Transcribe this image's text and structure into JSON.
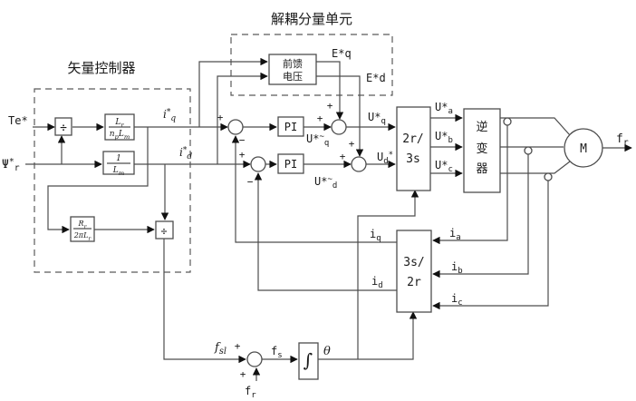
{
  "titles": {
    "vector_controller": "矢量控制器",
    "decoupling_unit": "解耦分量单元"
  },
  "blocks": {
    "feedforward_line1": "前馈",
    "feedforward_line2": "电压",
    "divide1": "÷",
    "divide2": "÷",
    "pi1": "PI",
    "pi2": "PI",
    "dq_to_abc_line1": "2r/",
    "dq_to_abc_line2": "3s",
    "abc_to_dq_line1": "3s/",
    "abc_to_dq_line2": "2r",
    "inverter_char1": "逆",
    "inverter_char2": "变",
    "inverter_char3": "器",
    "integrator": "∫",
    "motor": "M",
    "frac_lr_nplm": {
      "num": [
        {
          "t": "L"
        },
        {
          "t": "r",
          "pos": "sub"
        }
      ],
      "den": [
        {
          "t": "n"
        },
        {
          "t": "p",
          "pos": "sub"
        },
        {
          "t": "L"
        },
        {
          "t": "m",
          "pos": "sub"
        }
      ]
    },
    "frac_1_lm": {
      "num": [
        {
          "t": "1"
        }
      ],
      "den": [
        {
          "t": "L"
        },
        {
          "t": "m",
          "pos": "sub"
        }
      ]
    },
    "frac_rr_2pilr": {
      "num": [
        {
          "t": "R"
        },
        {
          "t": "r",
          "pos": "sub"
        }
      ],
      "den": [
        {
          "t": "2πL"
        },
        {
          "t": "r",
          "pos": "sub"
        }
      ]
    }
  },
  "labels": {
    "te_ref": [
      {
        "t": "Te*"
      }
    ],
    "psi_r_ref": [
      {
        "t": "Ψ"
      },
      {
        "t": "*",
        "pos": "sup"
      },
      {
        "t": "r",
        "pos": "sub"
      }
    ],
    "iq_ref": [
      {
        "t": "i"
      },
      {
        "t": "*",
        "pos": "sup"
      },
      {
        "t": "q",
        "pos": "sub"
      }
    ],
    "id_ref": [
      {
        "t": "i"
      },
      {
        "t": "*",
        "pos": "sup"
      },
      {
        "t": "d",
        "pos": "sub"
      }
    ],
    "e_q": [
      {
        "t": "E*q"
      }
    ],
    "e_d": [
      {
        "t": "E*d"
      }
    ],
    "u_q_tilde": [
      {
        "t": "U*"
      },
      {
        "t": "~",
        "pos": "sup"
      },
      {
        "t": "q",
        "pos": "sub"
      }
    ],
    "u_d_tilde": [
      {
        "t": "U*"
      },
      {
        "t": "~",
        "pos": "sup"
      },
      {
        "t": "d",
        "pos": "sub"
      }
    ],
    "u_q_ref": [
      {
        "t": "U*"
      },
      {
        "t": "q",
        "pos": "sub"
      }
    ],
    "u_d_ref": [
      {
        "t": "U"
      },
      {
        "t": "d",
        "pos": "sub"
      },
      {
        "t": "*",
        "pos": "sup"
      }
    ],
    "u_a_ref": [
      {
        "t": "U*"
      },
      {
        "t": "a",
        "pos": "sub"
      }
    ],
    "u_b_ref": [
      {
        "t": "U*"
      },
      {
        "t": "b",
        "pos": "sub"
      }
    ],
    "u_c_ref": [
      {
        "t": "U*"
      },
      {
        "t": "c",
        "pos": "sub"
      }
    ],
    "i_q": [
      {
        "t": "i"
      },
      {
        "t": "q",
        "pos": "sub"
      }
    ],
    "i_d": [
      {
        "t": "i"
      },
      {
        "t": "d",
        "pos": "sub"
      }
    ],
    "i_a": [
      {
        "t": "i"
      },
      {
        "t": "a",
        "pos": "sub"
      }
    ],
    "i_b": [
      {
        "t": "i"
      },
      {
        "t": "b",
        "pos": "sub"
      }
    ],
    "i_c": [
      {
        "t": "i"
      },
      {
        "t": "c",
        "pos": "sub"
      }
    ],
    "f_sl": [
      {
        "t": "f"
      },
      {
        "t": "sl",
        "pos": "sub"
      }
    ],
    "f_s": [
      {
        "t": "f"
      },
      {
        "t": "s",
        "pos": "sub"
      }
    ],
    "theta": [
      {
        "t": "θ"
      }
    ],
    "f_r_in": [
      {
        "t": "f"
      },
      {
        "t": "r",
        "pos": "sub"
      }
    ],
    "f_r_out": [
      {
        "t": "f"
      },
      {
        "t": "r",
        "pos": "sub"
      }
    ]
  },
  "signs": {
    "plus": "+",
    "minus": "−"
  },
  "colors": {
    "wire": "#4d4d4d",
    "arrow": "#111111",
    "text": "#1a1a1a",
    "background": "#ffffff"
  }
}
